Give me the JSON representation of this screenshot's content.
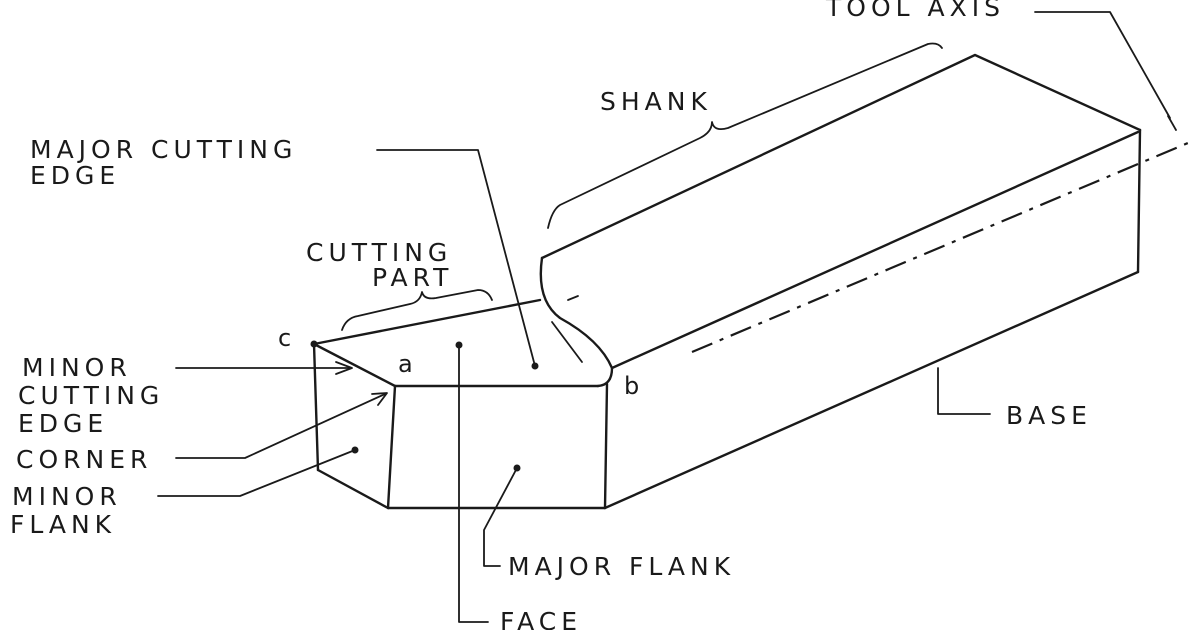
{
  "labels": {
    "tool_axis": "TOOL AXIS",
    "shank": "SHANK",
    "major_cutting_edge_1": "MAJOR CUTTING",
    "major_cutting_edge_2": "EDGE",
    "cutting_part_1": "CUTTING",
    "cutting_part_2": "PART",
    "minor_cutting_edge_1": "MINOR",
    "minor_cutting_edge_2": "CUTTING",
    "minor_cutting_edge_3": "EDGE",
    "corner": "CORNER",
    "minor_flank_1": "MINOR",
    "minor_flank_2": "FLANK",
    "base": "BASE",
    "major_flank": "MAJOR FLANK",
    "face": "FACE"
  },
  "points": {
    "a": "a",
    "b": "b",
    "c": "c"
  }
}
